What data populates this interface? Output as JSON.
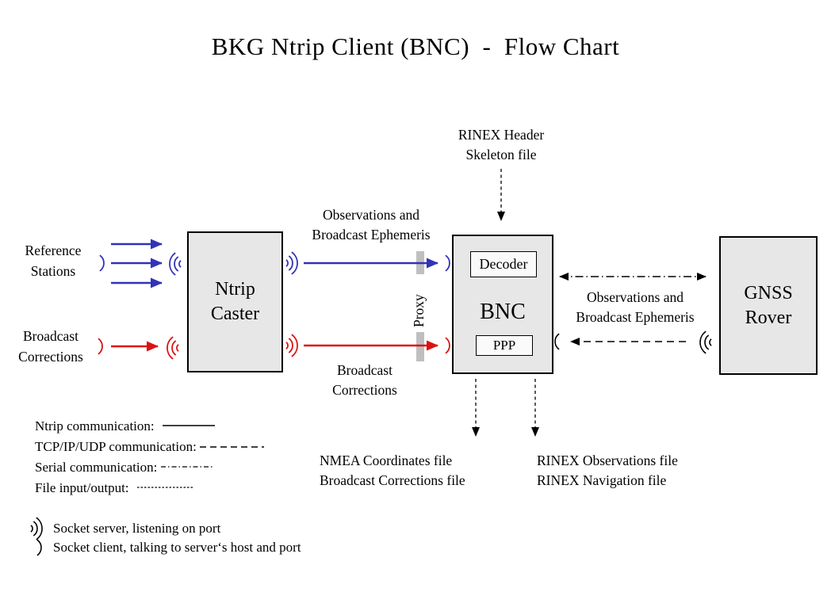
{
  "title": "BKG Ntrip Client (BNC)  -  Flow Chart",
  "colors": {
    "ntrip_blue": "#3232b8",
    "corrections_red": "#dd1111",
    "line_black": "#000000",
    "box_fill": "#e7e7e7",
    "inner_box_fill": "#fafafa",
    "proxy_bar_gray": "#bfbfbf"
  },
  "nodes": {
    "ntrip_caster": {
      "label": "Ntrip\nCaster"
    },
    "bnc": {
      "label": "BNC",
      "decoder_label": "Decoder",
      "ppp_label": "PPP"
    },
    "gnss_rover": {
      "label": "GNSS\nRover"
    }
  },
  "labels": {
    "reference_stations": "Reference\nStations",
    "broadcast_corrections_left": "Broadcast\nCorrections",
    "observations_ephemeris_top": "Observations and\nBroadcast Ephemeris",
    "broadcast_corrections_mid": "Broadcast\nCorrections",
    "proxy": "Proxy",
    "rinex_header_skeleton": "RINEX Header\nSkeleton file",
    "observations_ephemeris_right": "Observations and\nBroadcast Ephemeris",
    "nmea_outputs": "NMEA Coordinates file\nBroadcast Corrections file",
    "rinex_outputs": "RINEX Observations file\nRINEX Navigation file"
  },
  "legend": {
    "ntrip_label": "Ntrip communication:",
    "tcpip_label": "TCP/IP/UDP communication:",
    "serial_label": "Serial communication:",
    "file_label": "File input/output:",
    "socket_server_label": "Socket server, listening on port",
    "socket_client_label": "Socket client, talking to server‘s host and port"
  }
}
